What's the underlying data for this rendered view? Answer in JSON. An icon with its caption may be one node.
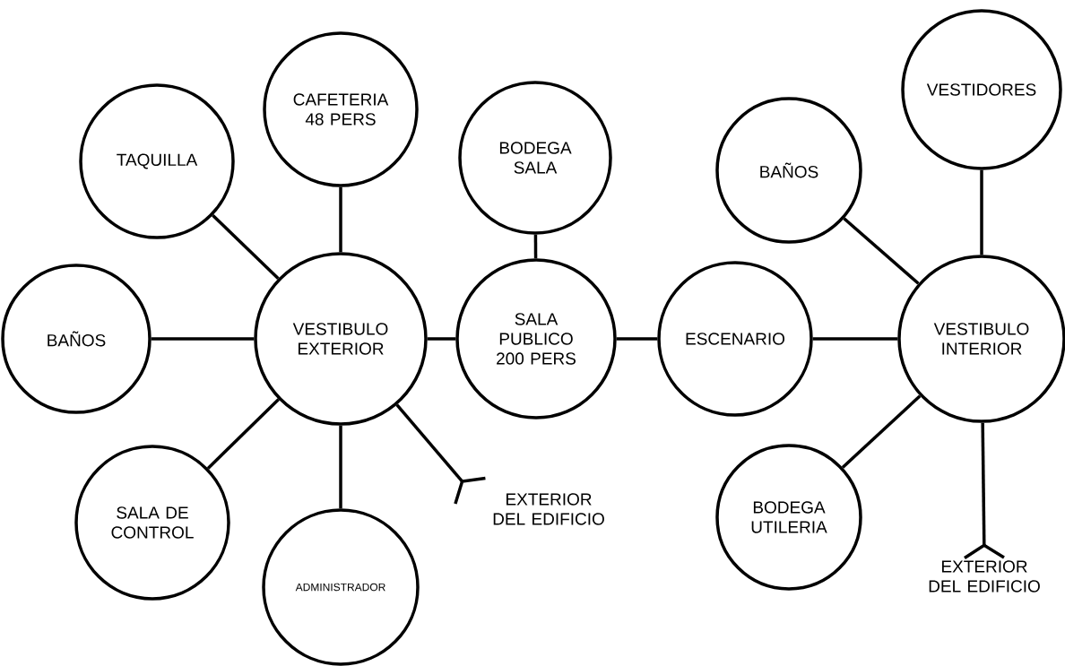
{
  "diagram": {
    "nodes": [
      {
        "text": [
          "CAFETERIA 48 PERS"
        ]
      },
      {
        "text": [
          "TAQUILLA"
        ]
      },
      {
        "text": [
          "BODEGA SALA"
        ]
      },
      {
        "text": [
          "VESTIDORES"
        ]
      },
      {
        "text": [
          "BAÑOS"
        ]
      },
      {
        "text": [
          "BAÑOS"
        ]
      },
      {
        "text": [
          "VESTIBULO EXTERIOR"
        ]
      },
      {
        "text": [
          "SALA PUBLICO 200 PERS"
        ]
      },
      {
        "text": [
          "ESCENARIO"
        ]
      },
      {
        "text": [
          "VESTIBULO INTERIOR"
        ]
      },
      {
        "text": [
          "SALA DE CONTROL"
        ]
      },
      {
        "text": [
          "BODEGA UTILERIA"
        ]
      },
      {
        "text": [
          "ADMINISTRADOR"
        ]
      },
      {
        "text": [
          "EXTERIOR DEL EDIFICIO"
        ]
      },
      {
        "text": [
          "EXTERIOR DEL EDIFICIO"
        ]
      }
    ],
    "edges": [
      {
        "from": 6,
        "to": 0,
        "arrow": "none"
      },
      {
        "from": 6,
        "to": 1,
        "arrow": "none"
      },
      {
        "from": 6,
        "to": 5,
        "arrow": "none"
      },
      {
        "from": 6,
        "to": 10,
        "arrow": "none"
      },
      {
        "from": 6,
        "to": 12,
        "arrow": "none"
      },
      {
        "from": 6,
        "to": 13,
        "arrow": "other"
      },
      {
        "from": 6,
        "to": 7,
        "arrow": "none"
      },
      {
        "from": 7,
        "to": 2,
        "arrow": "none"
      },
      {
        "from": 7,
        "to": 8,
        "arrow": "none"
      },
      {
        "from": 8,
        "to": 9,
        "arrow": "none"
      },
      {
        "from": 9,
        "to": 3,
        "arrow": "none"
      },
      {
        "from": 9,
        "to": 4,
        "arrow": "none"
      },
      {
        "from": 9,
        "to": 11,
        "arrow": "none"
      },
      {
        "from": 9,
        "to": 14,
        "arrow": "other"
      }
    ]
  }
}
